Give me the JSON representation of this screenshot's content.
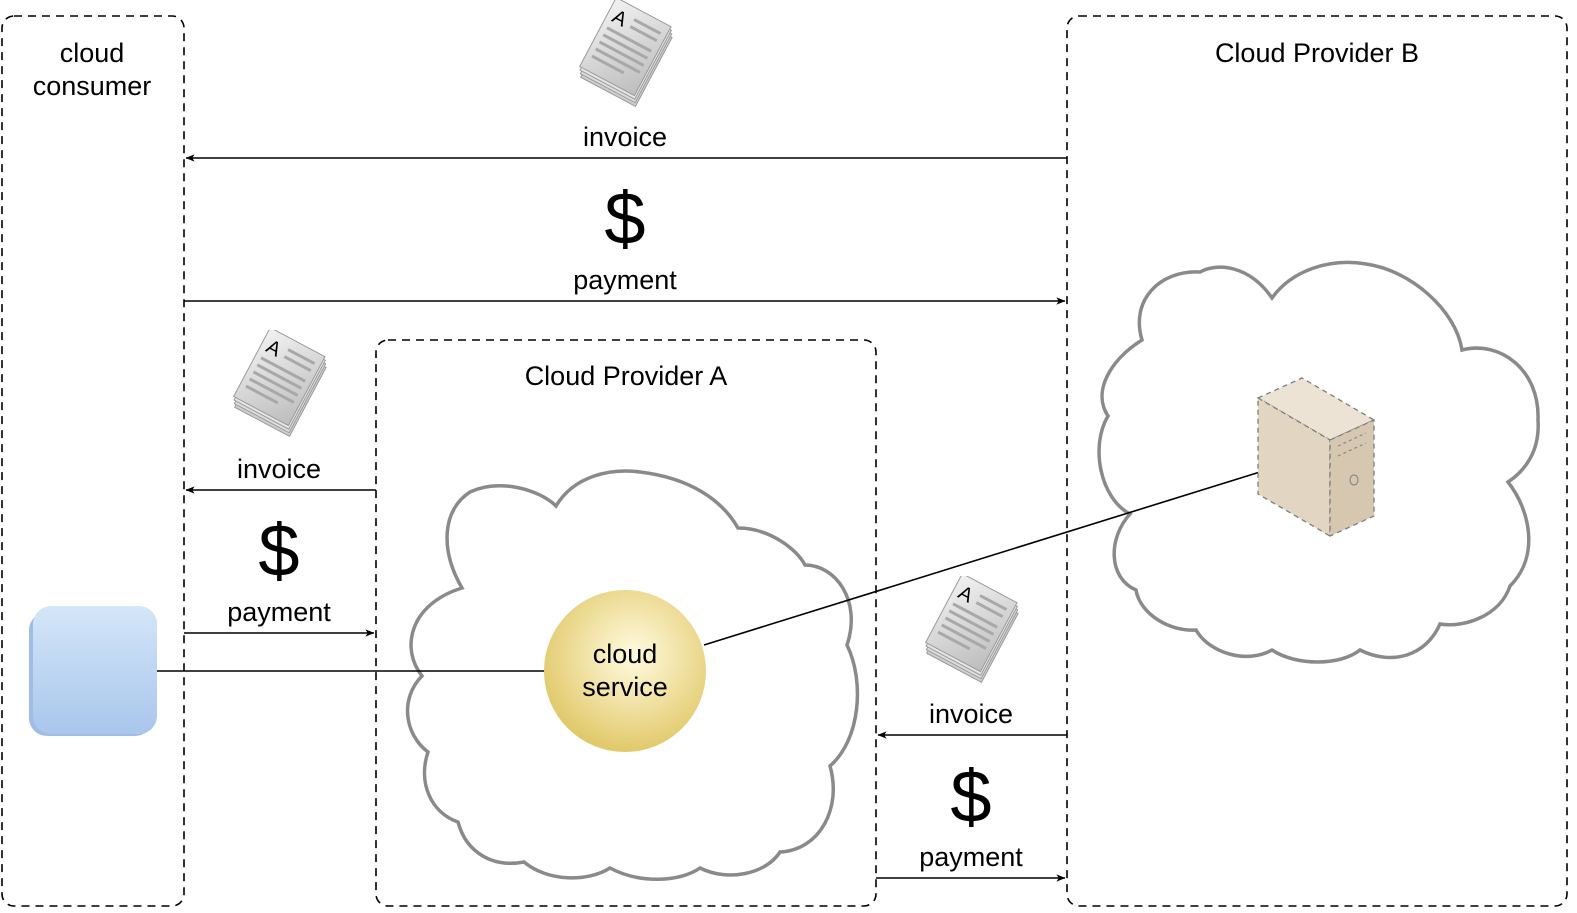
{
  "boxes": {
    "consumer": {
      "line1": "cloud",
      "line2": "consumer"
    },
    "provider_a": {
      "title": "Cloud Provider A"
    },
    "provider_b": {
      "title": "Cloud Provider B"
    }
  },
  "cloud_service": {
    "line1": "cloud",
    "line2": "service"
  },
  "flows": {
    "b_to_consumer": {
      "invoice": "invoice",
      "payment": "payment"
    },
    "a_to_consumer": {
      "invoice": "invoice",
      "payment": "payment"
    },
    "b_to_a": {
      "invoice": "invoice",
      "payment": "payment"
    }
  },
  "symbols": {
    "currency": "$"
  },
  "icons": {
    "document": "invoice-document-icon",
    "currency": "dollar-icon",
    "consumer_device": "cloud-consumer-icon",
    "server": "physical-server-icon",
    "cloud": "cloud-icon"
  },
  "colors": {
    "dollar": "#5fc49e",
    "cloud_service": "#e8d57a",
    "server": "#e2d6c2",
    "consumer_device": "#b9d4f1",
    "cloud_outline": "#8a8a8a"
  }
}
